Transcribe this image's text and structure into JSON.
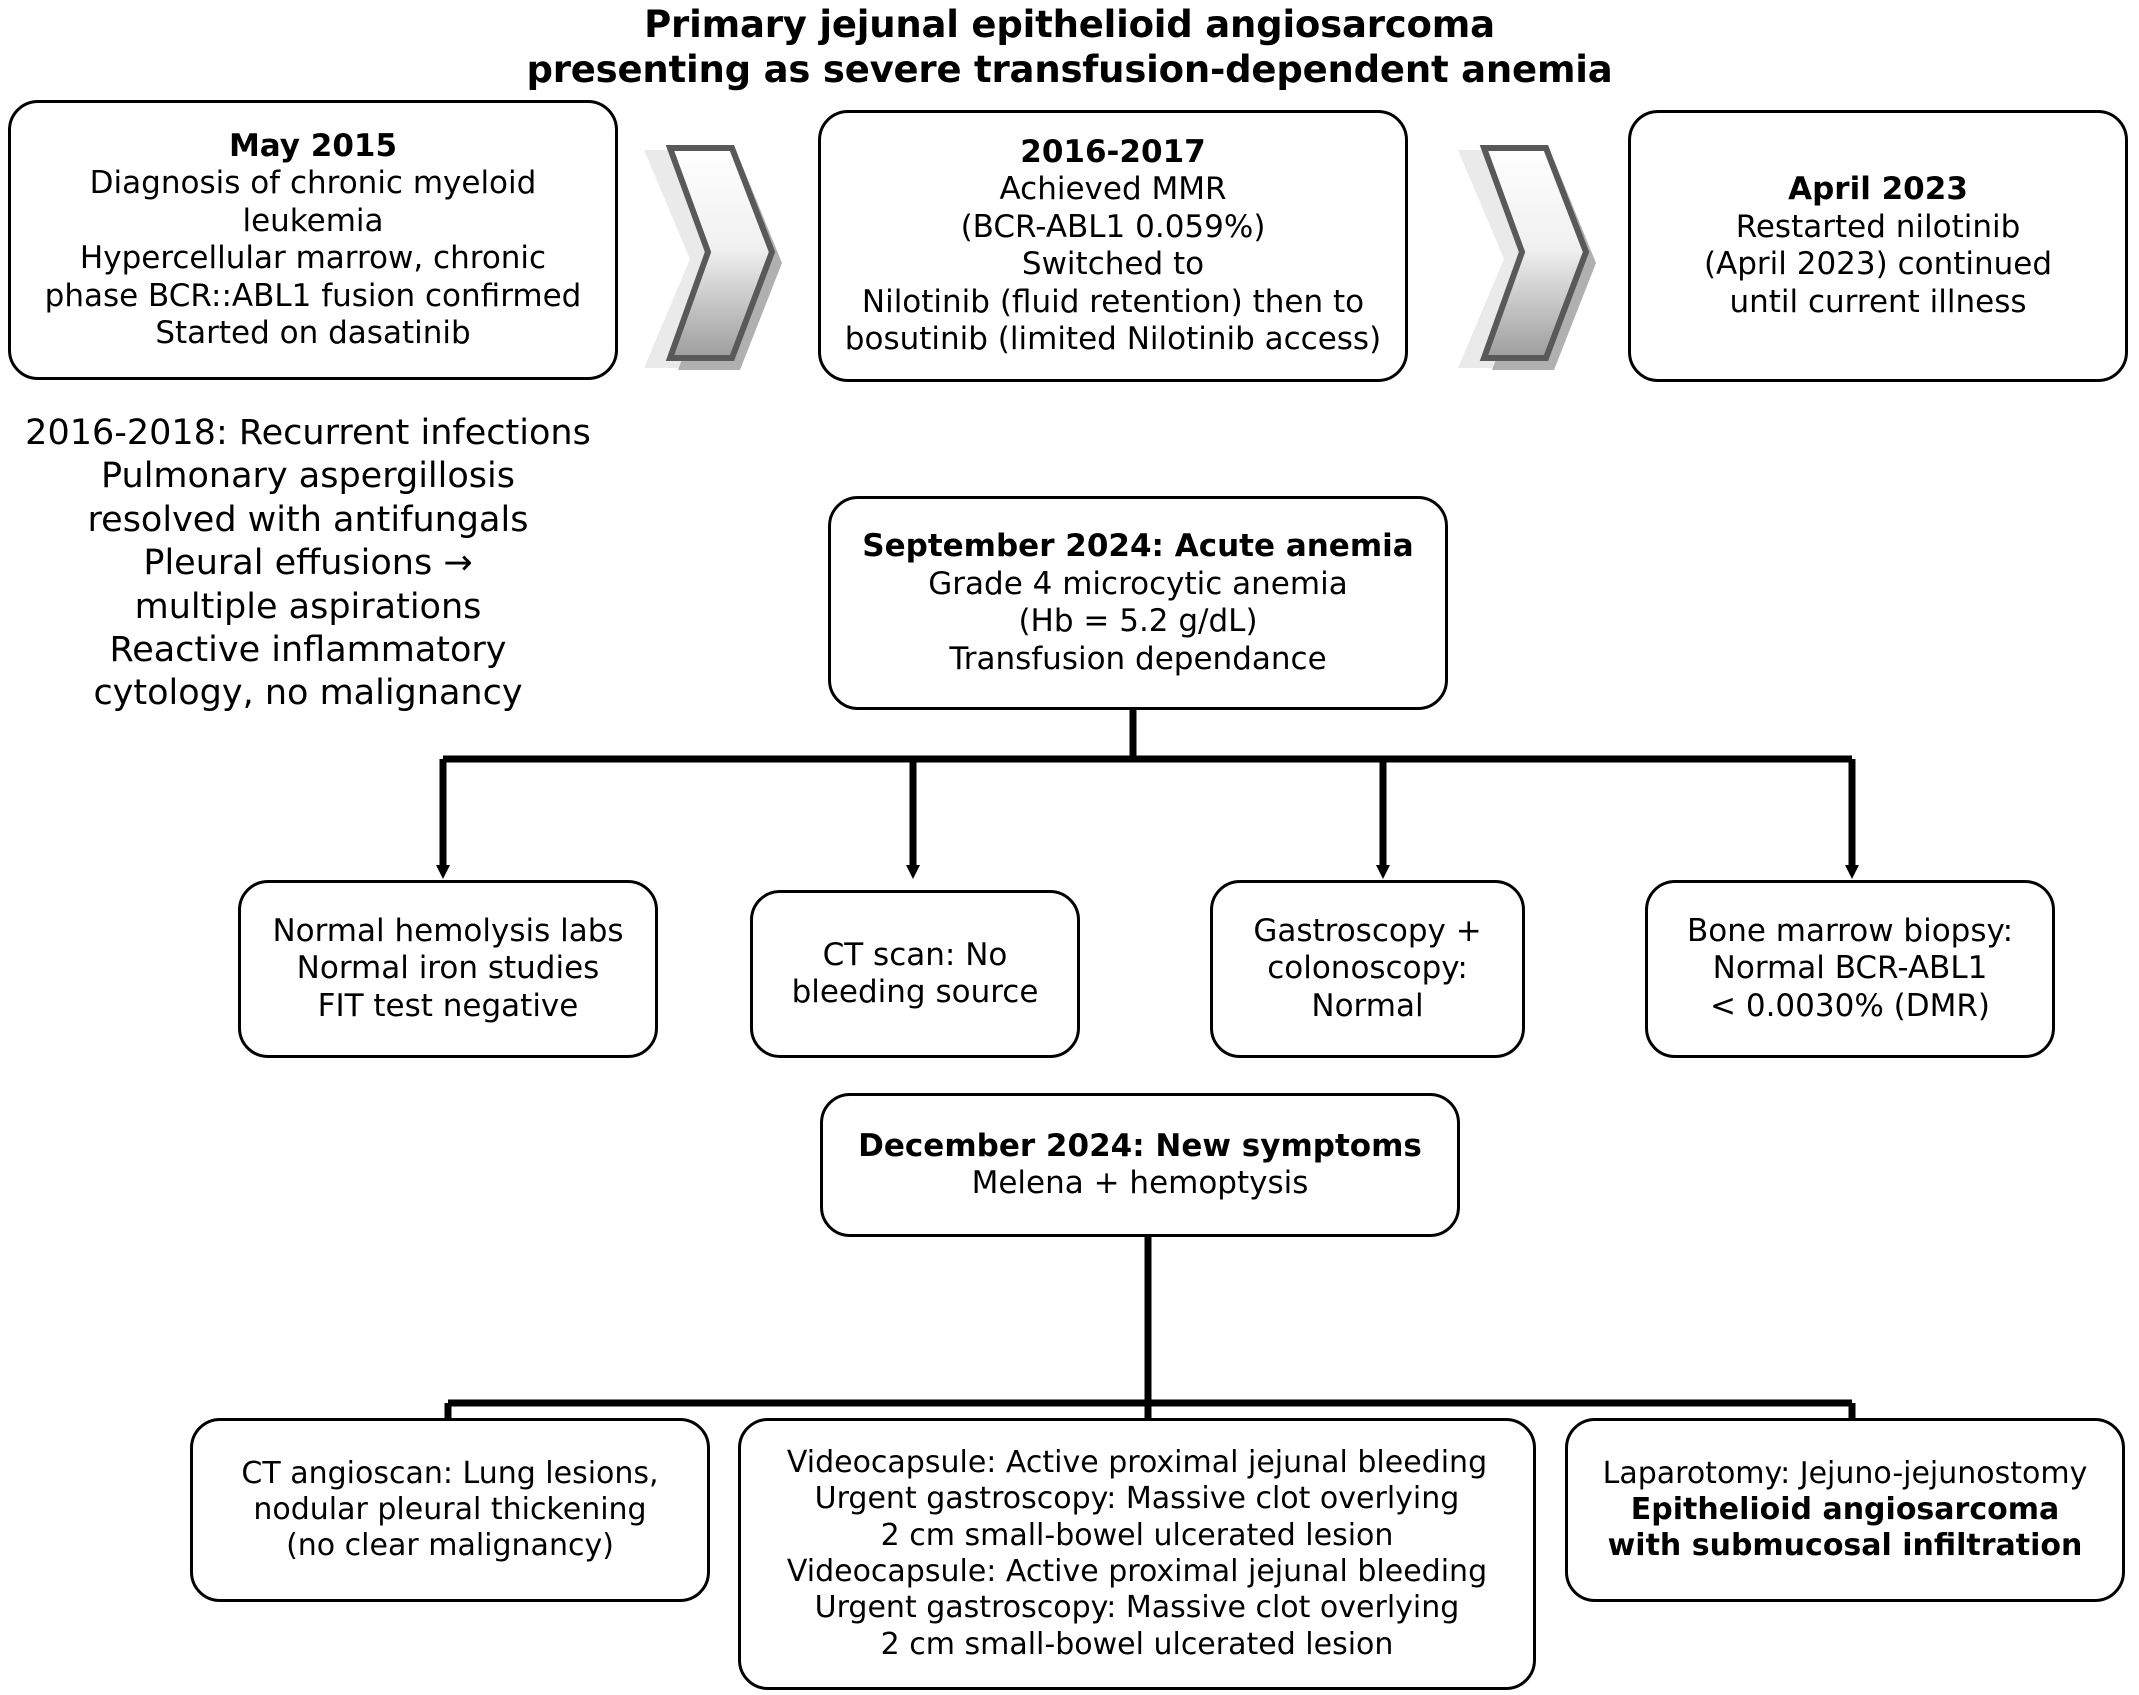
{
  "title": {
    "line1": "Primary jejunal epithelioid angiosarcoma",
    "line2": "presenting as severe transfusion-dependent anemia"
  },
  "timeline": {
    "box_may_2015": {
      "heading": "May 2015",
      "lines": [
        "Diagnosis of chronic myeloid",
        "leukemia",
        "Hypercellular marrow, chronic",
        "phase BCR::ABL1 fusion confirmed",
        "Started on dasatinib"
      ]
    },
    "box_2016_2017": {
      "heading": "2016-2017",
      "lines": [
        "Achieved MMR",
        "(BCR-ABL1 0.059%)",
        "Switched to",
        "Nilotinib (fluid retention) then to",
        "bosutinib (limited Nilotinib access)"
      ]
    },
    "box_april_2023": {
      "heading": "April 2023",
      "lines": [
        "Restarted nilotinib",
        "(April 2023) continued",
        "until current illness"
      ]
    },
    "connector_1": "chevron-arrow-icon",
    "connector_2": "chevron-arrow-icon"
  },
  "history_note": {
    "lines": [
      "2016-2018: Recurrent infections",
      "Pulmonary aspergillosis",
      "resolved with antifungals",
      "Pleural effusions →",
      "multiple aspirations",
      "Reactive inflammatory",
      "cytology, no malignancy"
    ]
  },
  "acute_anemia": {
    "heading": "September 2024: Acute anemia",
    "lines": [
      "Grade 4 microcytic anemia",
      "(Hb = 5.2 g/dL)",
      "Transfusion dependance"
    ]
  },
  "workup_results": [
    {
      "name": "hemolysis-labs",
      "lines": [
        "Normal hemolysis labs",
        "Normal iron studies",
        "FIT test negative"
      ]
    },
    {
      "name": "ct-scan",
      "lines": [
        "CT scan: No",
        "bleeding source"
      ]
    },
    {
      "name": "endoscopy",
      "lines": [
        "Gastroscopy +",
        "colonoscopy:",
        "Normal"
      ]
    },
    {
      "name": "bone-marrow-biopsy",
      "lines": [
        "Bone marrow biopsy:",
        "Normal BCR-ABL1",
        "< 0.0030% (DMR)"
      ]
    }
  ],
  "new_symptoms": {
    "heading": "December 2024: New symptoms",
    "lines": [
      "Melena + hemoptysis"
    ]
  },
  "final_findings": [
    {
      "name": "ct-angioscan",
      "lines": [
        "CT angioscan: Lung lesions,",
        "nodular pleural thickening",
        "(no clear malignancy)"
      ]
    },
    {
      "name": "videocapsule-gastroscopy",
      "lines": [
        "Videocapsule: Active proximal jejunal bleeding",
        "Urgent gastroscopy: Massive clot overlying",
        "2 cm small-bowel ulcerated lesion",
        "Videocapsule: Active proximal jejunal bleeding",
        "Urgent gastroscopy: Massive clot overlying",
        "2 cm small-bowel ulcerated lesion"
      ]
    },
    {
      "name": "laparotomy",
      "lines": [
        "Laparotomy: Jejuno-jejunostomy"
      ],
      "bold_lines": [
        "Epithelioid angiosarcoma",
        "with submucosal infiltration"
      ]
    }
  ],
  "colors": {
    "stroke": "#000000",
    "background": "#ffffff",
    "chevron_light": "#ffffff",
    "chevron_dark": "#9a9a9a",
    "chevron_border": "#595959",
    "chevron_shadow": "#bfbfbf"
  }
}
